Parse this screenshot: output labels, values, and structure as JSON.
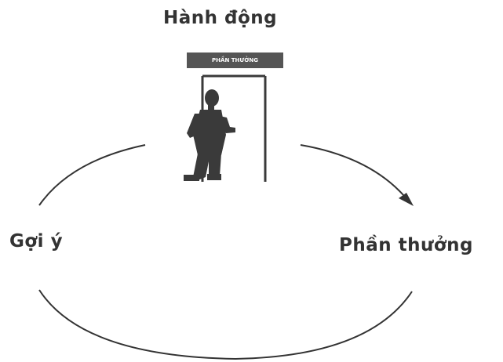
{
  "labels": {
    "action": "Hành động",
    "cue": "Gợi ý",
    "reward": "Phần thưởng"
  },
  "sign": {
    "text": "PHẦN THƯỞNG"
  },
  "colors": {
    "ink": "#333333",
    "figure": "#3a3a3a",
    "background": "#ffffff"
  },
  "icons": {
    "figure": "person-walking-through-door-icon",
    "arrow": "arrowhead-icon"
  }
}
